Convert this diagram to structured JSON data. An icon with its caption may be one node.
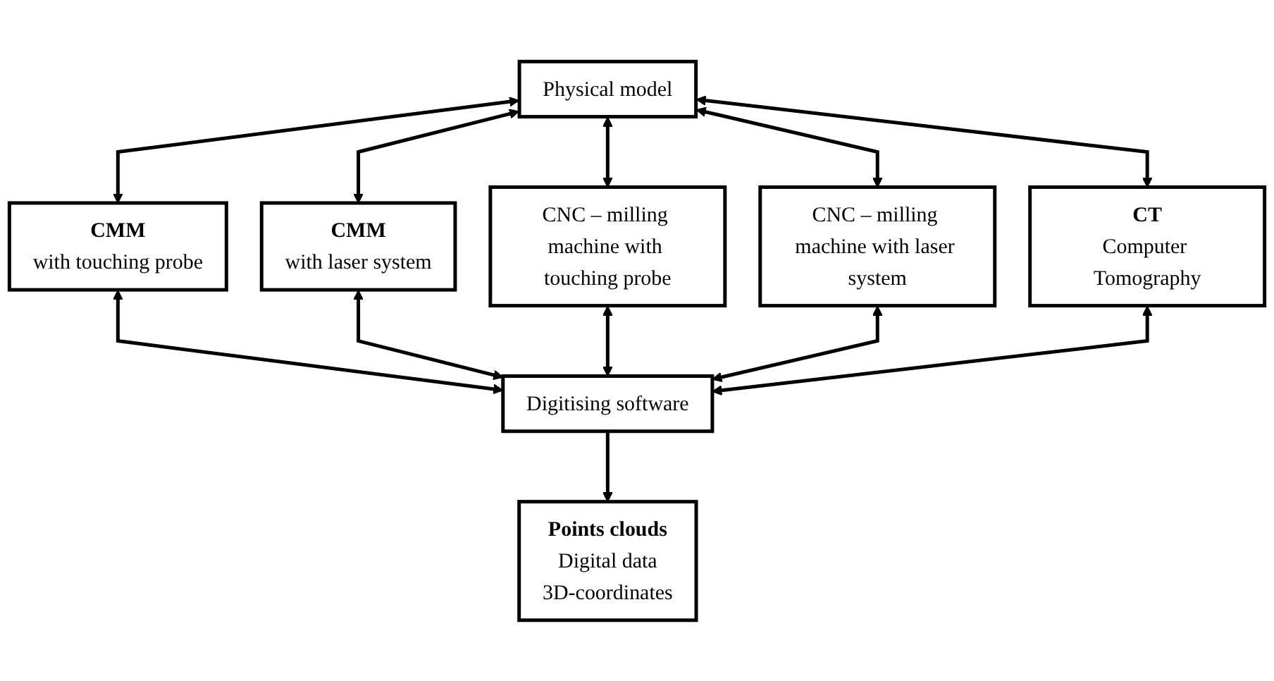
{
  "diagram": {
    "nodes": [
      {
        "text": [
          "Physical model"
        ]
      },
      {
        "text": [
          "CMM",
          "with touching probe"
        ]
      },
      {
        "text": [
          "CMM",
          "with laser system"
        ]
      },
      {
        "text": [
          "CNC – milling machine with touching probe"
        ]
      },
      {
        "text": [
          "CNC – milling machine with laser system"
        ]
      },
      {
        "text": [
          "CT",
          "Computer Tomography"
        ]
      },
      {
        "text": [
          "Digitising software"
        ]
      },
      {
        "text": [
          "Points clouds",
          "Digital data",
          "3D-coordinates"
        ]
      }
    ],
    "edges": [
      {
        "from": 0,
        "to": 1,
        "arrow": "both"
      },
      {
        "from": 0,
        "to": 2,
        "arrow": "both"
      },
      {
        "from": 0,
        "to": 3,
        "arrow": "both"
      },
      {
        "from": 0,
        "to": 4,
        "arrow": "both"
      },
      {
        "from": 0,
        "to": 5,
        "arrow": "both"
      },
      {
        "from": 1,
        "to": 6,
        "arrow": "both"
      },
      {
        "from": 2,
        "to": 6,
        "arrow": "both"
      },
      {
        "from": 3,
        "to": 6,
        "arrow": "both"
      },
      {
        "from": 4,
        "to": 6,
        "arrow": "both"
      },
      {
        "from": 5,
        "to": 6,
        "arrow": "both"
      },
      {
        "from": 6,
        "to": 7,
        "arrow": "to"
      }
    ]
  }
}
